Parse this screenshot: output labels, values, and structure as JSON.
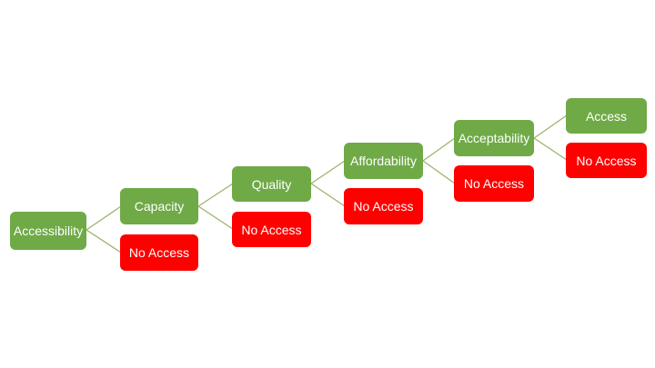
{
  "diagram": {
    "description": "Access decision cascade flowchart",
    "colors": {
      "positive_node": "#6faa47",
      "negative_node": "#ff0000",
      "connector_line": "#9ab56c",
      "node_text": "#ffffff",
      "background": "#ffffff"
    },
    "nodes": [
      {
        "id": "accessibility",
        "label": "Accessibility",
        "type": "positive"
      },
      {
        "id": "capacity",
        "label": "Capacity",
        "type": "positive"
      },
      {
        "id": "no-access-after-accessibility",
        "label": "No Access",
        "type": "negative"
      },
      {
        "id": "quality",
        "label": "Quality",
        "type": "positive"
      },
      {
        "id": "no-access-after-capacity",
        "label": "No Access",
        "type": "negative"
      },
      {
        "id": "affordability",
        "label": "Affordability",
        "type": "positive"
      },
      {
        "id": "no-access-after-quality",
        "label": "No Access",
        "type": "negative"
      },
      {
        "id": "acceptability",
        "label": "Acceptability",
        "type": "positive"
      },
      {
        "id": "no-access-after-affordability",
        "label": "No Access",
        "type": "negative"
      },
      {
        "id": "access",
        "label": "Access",
        "type": "positive"
      },
      {
        "id": "no-access-after-acceptability",
        "label": "No Access",
        "type": "negative"
      }
    ],
    "edges": [
      {
        "from": "accessibility",
        "to": "capacity"
      },
      {
        "from": "accessibility",
        "to": "no-access-after-accessibility"
      },
      {
        "from": "capacity",
        "to": "quality"
      },
      {
        "from": "capacity",
        "to": "no-access-after-capacity"
      },
      {
        "from": "quality",
        "to": "affordability"
      },
      {
        "from": "quality",
        "to": "no-access-after-quality"
      },
      {
        "from": "affordability",
        "to": "acceptability"
      },
      {
        "from": "affordability",
        "to": "no-access-after-affordability"
      },
      {
        "from": "acceptability",
        "to": "access"
      },
      {
        "from": "acceptability",
        "to": "no-access-after-acceptability"
      }
    ]
  }
}
